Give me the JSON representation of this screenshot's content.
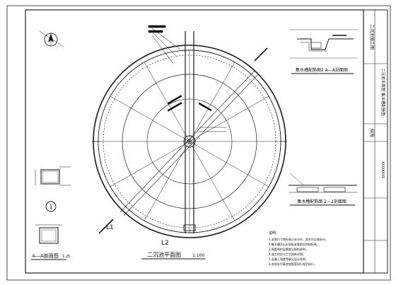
{
  "drawing": {
    "main_title": "二沉池平面图",
    "main_scale": "1:100",
    "detail_a_title": "A—A剖面图",
    "detail_a_scale": "1:25",
    "index_circle_label": "1",
    "section_top_right_title": "集水槽配筋图2 A—A剖面图",
    "section_bottom_right_title": "集水槽配筋图 2—2剖面图",
    "left_label_top": "L1",
    "left_label_bottom": "L2",
    "notes_heading": "说明：",
    "notes": [
      "1.本图尺寸除标高以米计外，其余均以毫米计。",
      "2.集水槽及出水堰板安装前应校核标高。",
      "3.钢筋保护层厚度见结构说明。",
      "4.施工时应与工艺图纸对照。",
      "5.混凝土强度等级见设计说明。",
      "6.其他未尽事宜按国家现行规范执行。"
    ]
  },
  "title_block": {
    "project": "二沉池施工图",
    "drawing_name": "二沉池平面图 集水槽配筋图",
    "sheet": "结施",
    "drawing_no": "XXXXXXXX"
  },
  "colors": {
    "line": "#1a1a1a",
    "background": "#ffffff"
  }
}
